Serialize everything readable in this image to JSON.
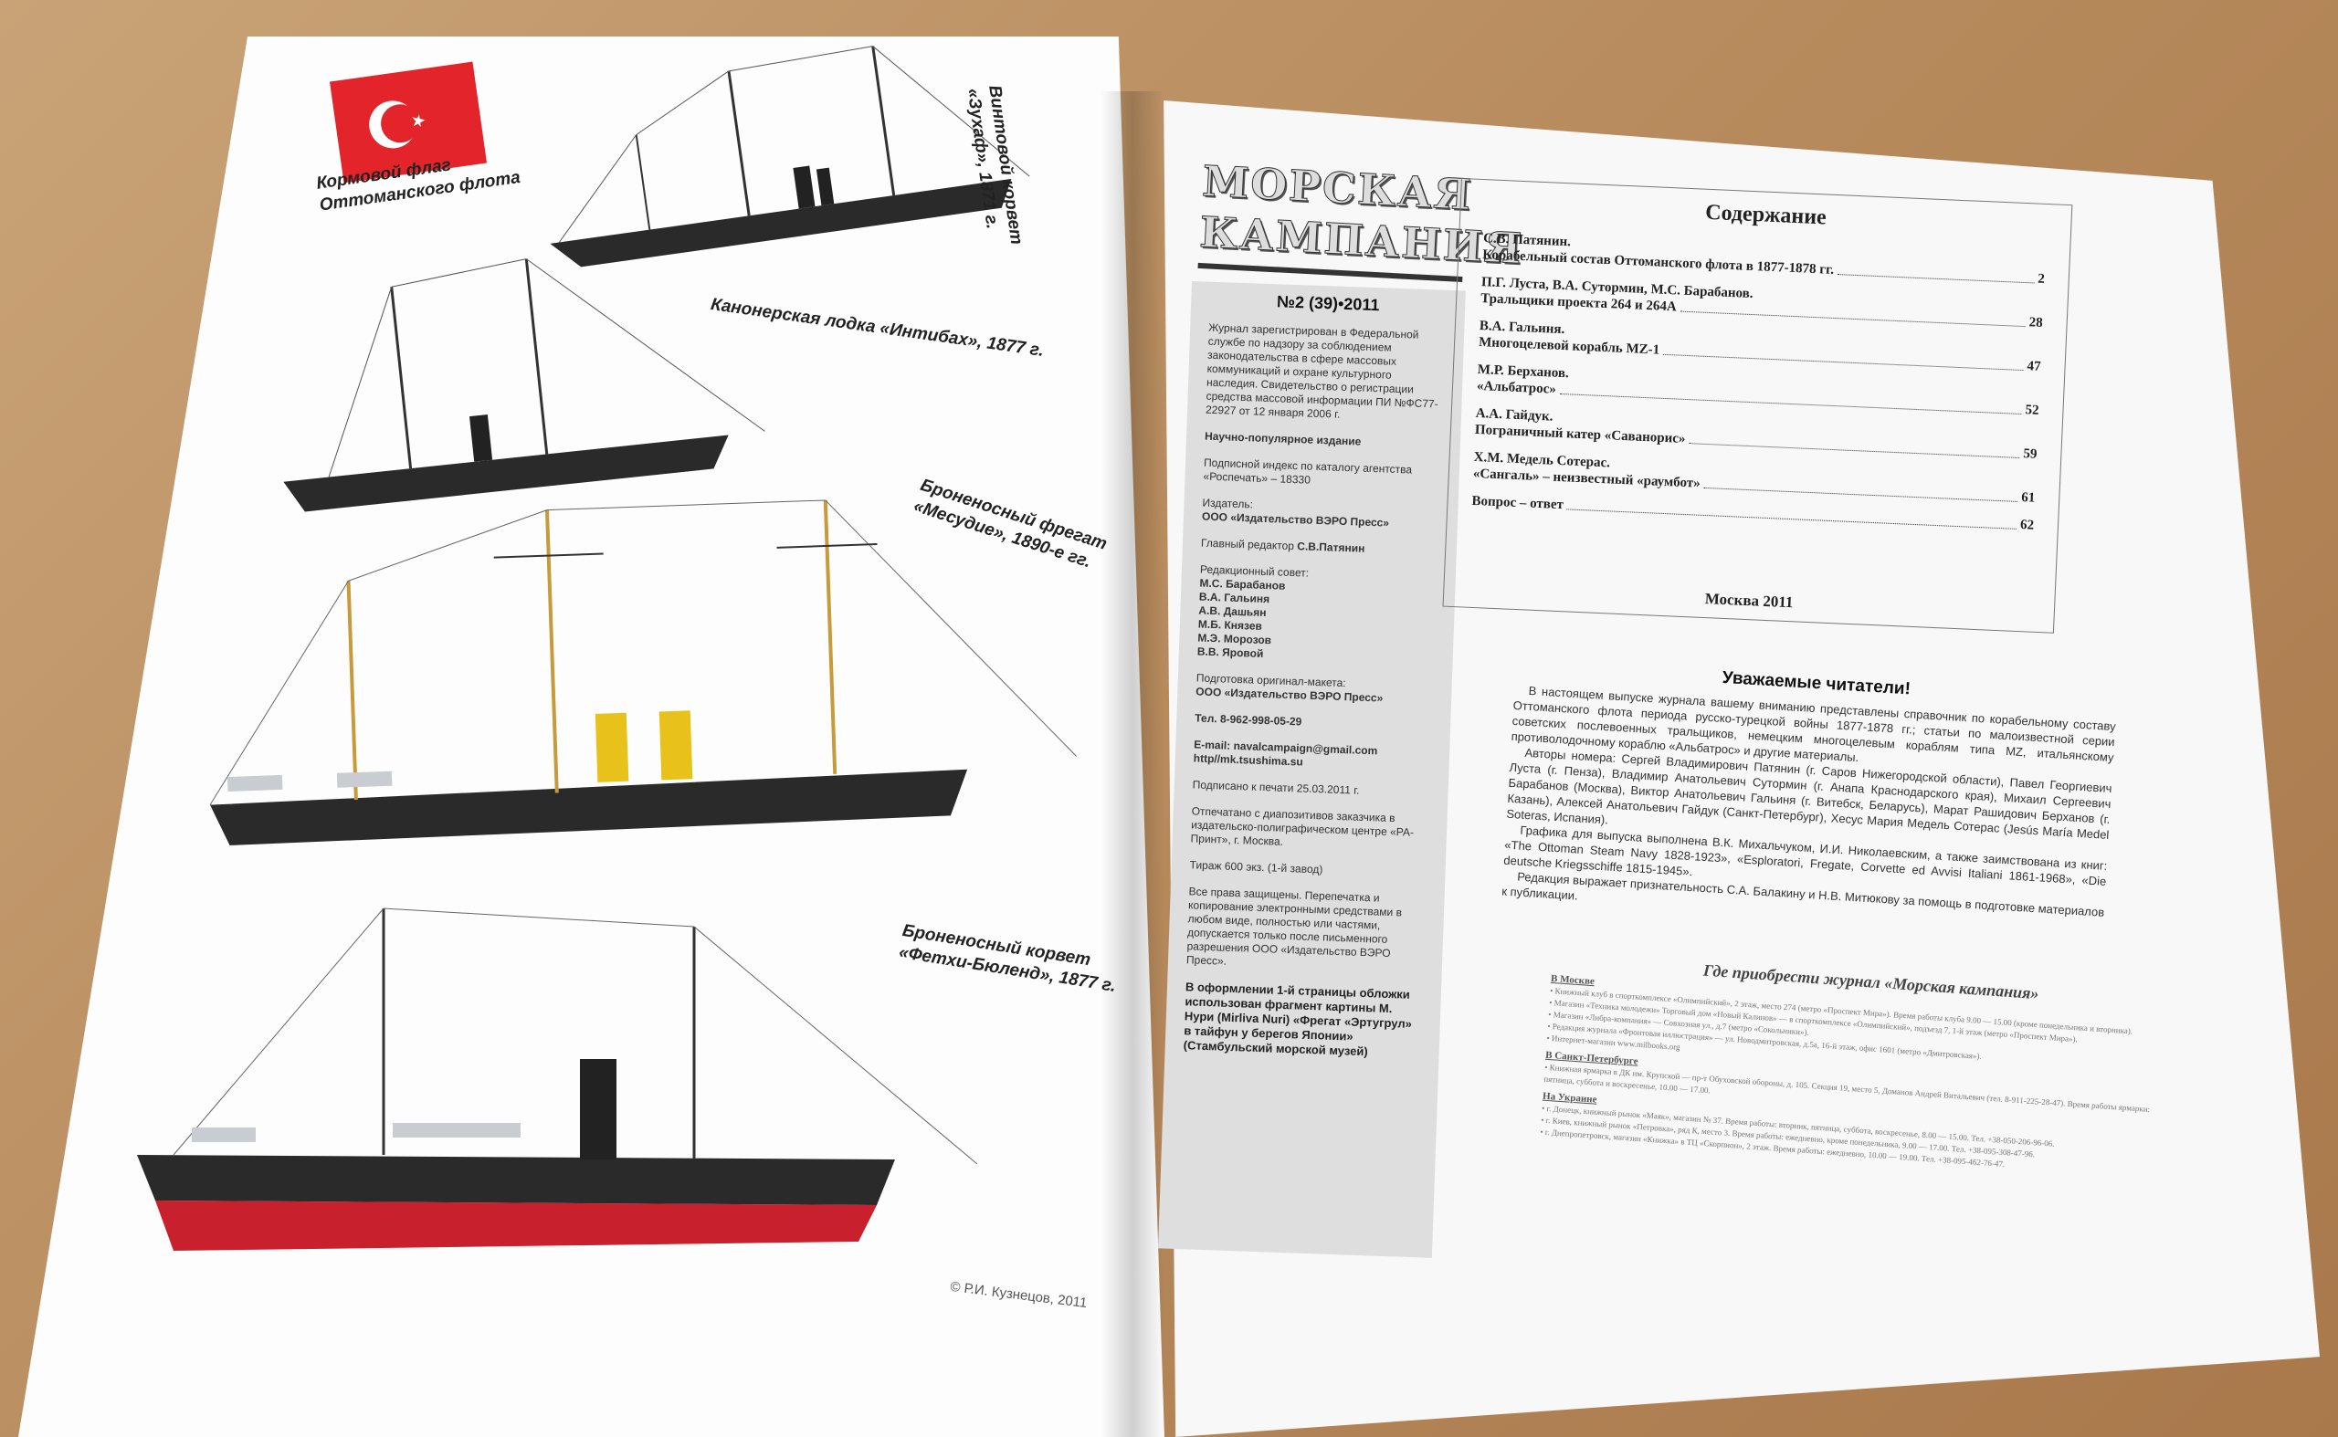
{
  "left_page": {
    "flag_caption": [
      "Кормовой флаг",
      "Оттоманского флота"
    ],
    "ships": [
      {
        "caption": [
          "Винтовой корвет",
          "«Зухаф», 1871 г."
        ]
      },
      {
        "caption": [
          "Канонерская лодка «Интибах», 1877 г."
        ]
      },
      {
        "caption": [
          "Броненосный фрегат",
          "«Месудие», 1890-е гг."
        ]
      },
      {
        "caption": [
          "Броненосный корвет",
          "«Фетхи-Бюленд», 1877 г."
        ]
      }
    ],
    "copyright": "© Р.И. Кузнецов, 2011"
  },
  "masthead": {
    "line1": "МОРСКАЯ",
    "line2": "КАМПАНИЯ"
  },
  "imprint": {
    "issue": "№2 (39)•2011",
    "registration": "Журнал зарегистрирован в Федеральной службе по надзору за соблюдением законодательства в сфере массовых коммуникаций и охране культурного наследия. Свидетельство о регистрации средства массовой информации ПИ №ФС77-22927 от 12 января 2006 г.",
    "genre": "Научно-популярное издание",
    "subscription": "Подписной индекс по каталогу агентства «Роспечать» – 18330",
    "publisher_label": "Издатель:",
    "publisher": "ООО «Издательство ВЭРО Пресс»",
    "editor_label": "Главный редактор",
    "editor": "С.В.Патянин",
    "board_label": "Редакционный совет:",
    "board": [
      "М.С. Барабанов",
      "В.А. Гальиня",
      "А.В. Дашьян",
      "М.Б. Князев",
      "М.Э. Морозов",
      "В.В. Яровой"
    ],
    "prep_label": "Подготовка оригинал-макета:",
    "prep": "ООО «Издательство ВЭРО Пресс»",
    "phone": "Тел. 8-962-998-05-29",
    "email": "E-mail: navalcampaign@gmail.com",
    "site": "http//mk.tsushima.su",
    "signed": "Подписано к печати 25.03.2011 г.",
    "printed": "Отпечатано с диапозитивов заказчика в издательско-полиграфическом центре «РА-Принт», г. Москва.",
    "run": "Тираж 600 экз. (1-й завод)",
    "rights": "Все права защищены. Перепечатка и копирование электронными средствами в любом виде, полностью или частями, допускается только после письменного разрешения ООО «Издательство ВЭРО Пресс».",
    "cover": "В оформлении 1-й страницы обложки использован фрагмент картины М. Нури (Mirliva Nuri) «Фрегат «Эртугрул» в тайфун у берегов Японии» (Стамбульский морской музей)"
  },
  "toc": {
    "title": "Содержание",
    "items": [
      {
        "author": "С.В. Патянин.",
        "title": "Корабельный состав Оттоманского флота в 1877-1878 гг.",
        "page": "2"
      },
      {
        "author": "П.Г. Луста, В.А. Сутормин, М.С. Барабанов.",
        "title": "Тральщики проекта 264 и 264А",
        "page": "28"
      },
      {
        "author": "В.А. Гальиня.",
        "title": "Многоцелевой корабль MZ-1",
        "page": "47"
      },
      {
        "author": "М.Р. Берханов.",
        "title": "«Альбатрос»",
        "page": "52"
      },
      {
        "author": "А.А. Гайдук.",
        "title": "Пограничный катер «Саванорис»",
        "page": "59"
      },
      {
        "author": "Х.М. Медель Сотерас.",
        "title": "«Сангаль» – неизвестный «раумбот»",
        "page": "61"
      },
      {
        "author": "",
        "title": "Вопрос – ответ",
        "page": "62"
      }
    ],
    "city": "Москва 2011"
  },
  "editorial": {
    "title": "Уважаемые читатели!",
    "p1": "В настоящем выпуске журнала вашему вниманию представлены справочник по корабельному составу Оттоманского флота периода русско-турецкой войны 1877-1878 гг.; статьи по малоизвестной серии советских послевоенных тральщиков, немецким многоцелевым кораблям типа MZ, итальянскому противолодочному кораблю «Альбатрос» и другие материалы.",
    "p2": "Авторы номера: Сергей Владимирович Патянин (г. Саров Нижегородской области), Павел Георгиевич Луста (г. Пенза), Владимир Анатольевич Сутормин (г. Анапа Краснодарского края), Михаил Сергеевич Барабанов (Москва), Виктор Анатольевич Гальиня (г. Витебск, Беларусь), Марат Рашидович Берханов (г. Казань), Алексей Анатольевич Гайдук (Санкт-Петербург), Хесус Мария Медель Сотерас (Jesús María Medel Soteras, Испания).",
    "p3": "Графика для выпуска выполнена В.К. Михальчуком, И.И. Николаевским, а также заимствована из книг: «The Ottoman Steam Navy 1828-1923», «Esploratori, Fregate, Corvette ed Avvisi Italiani 1861-1968», «Die deutsche Kriegsschiffe 1815-1945».",
    "p4": "Редакция выражает признательность С.А. Балакину и Н.В. Митюкову за помощь в подготовке материалов к публикации."
  },
  "buy": {
    "title": "Где приобрести журнал «Морская кампания»",
    "moscow_label": "В Москве",
    "moscow": [
      "• Книжный клуб в спорткомплексе «Олимпийский», 2 этаж, место 274 (метро «Проспект Мира»). Время работы клуба 9.00 — 15.00 (кроме понедельника и вторника).",
      "• Магазин «Техника молодежи» Торговый дом «Новый Калинов» — в спорткомплексе «Олимпийский», подъезд 7, 1-й этаж (метро «Проспект Мира»).",
      "• Магазин «Либра-компания» — Совхозная ул., д.7 (метро «Сокольники»).",
      "• Редакция журнала «Фронтовая иллюстрация» — ул. Новодмитровская, д.5а, 16-й этаж, офис 1601 (метро «Дмитровская»).",
      "• Интернет-магазин www.milbooks.org"
    ],
    "spb_label": "В Санкт-Петербурге",
    "spb": [
      "• Книжная ярмарка в ДК им. Крупской — пр-т Обуховской обороны, д. 105. Секция 19, место 5, Доманов Андрей Витальевич (тел. 8-911-225-28-47). Время работы ярмарки: пятница, суббота и воскресенье, 10.00 — 17.00."
    ],
    "ukraine_label": "На Украине",
    "ukraine": [
      "• г. Донецк, книжный рынок «Маяк», магазин № 37. Время работы: вторник, пятница, суббота, воскресенье, 8.00 — 15.00. Тел. +38-050-206-96-06.",
      "• г. Киев, книжный рынок «Петровка», ряд К, место 3. Время работы: ежедневно, кроме понедельника, 9.00 — 17.00. Тел. +38-095-308-47-96.",
      "• г. Днепропетровск, магазин «Книжка» в ТЦ «Скорпион», 2 этаж. Время работы: ежедневно, 10.00 — 19.00. Тел. +38-095-462-76-47."
    ]
  },
  "colors": {
    "flag": "#e3252b",
    "hull": "#2a2a2a",
    "funnel_yellow": "#e8c21a",
    "hull_red": "#c8202c",
    "mast": "#c79a3c",
    "table": "#b88c5e",
    "imprint_bg": "#dedede"
  }
}
